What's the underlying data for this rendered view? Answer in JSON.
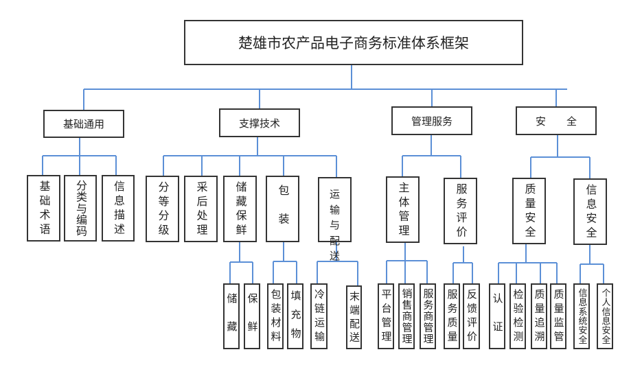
{
  "title": "楚雄市农产品电子商务标准体系框架",
  "colors": {
    "connector": "#5b8fd6",
    "border": "#333333"
  },
  "categories": [
    {
      "label": "基础通用",
      "children": [
        {
          "label": "基础术语"
        },
        {
          "label": "分类与编码"
        },
        {
          "label": "信息描述"
        }
      ]
    },
    {
      "label": "支撑技术",
      "children": [
        {
          "label": "分等分级"
        },
        {
          "label": "采后处理"
        },
        {
          "label": "储藏保鲜",
          "children": [
            {
              "label": "储藏"
            },
            {
              "label": "保鲜"
            }
          ]
        },
        {
          "label": "包装",
          "children": [
            {
              "label": "包装材料"
            },
            {
              "label": "填充物"
            }
          ]
        },
        {
          "label": "运输与配送",
          "children": [
            {
              "label": "冷链运输"
            },
            {
              "label": "末端配送"
            }
          ]
        }
      ]
    },
    {
      "label": "管理服务",
      "children": [
        {
          "label": "主体管理",
          "children": [
            {
              "label": "平台管理"
            },
            {
              "label": "销售商管理"
            },
            {
              "label": "服务商管理"
            }
          ]
        },
        {
          "label": "服务评价",
          "children": [
            {
              "label": "服务质量"
            },
            {
              "label": "反馈评价"
            }
          ]
        }
      ]
    },
    {
      "label": "安　　全",
      "children": [
        {
          "label": "质量安全",
          "children": [
            {
              "label": "认证"
            },
            {
              "label": "检验检测"
            },
            {
              "label": "质量追溯"
            },
            {
              "label": "质量监管"
            }
          ]
        },
        {
          "label": "信息安全",
          "children": [
            {
              "label": "信息系统安全"
            },
            {
              "label": "个人信息安全"
            }
          ]
        }
      ]
    }
  ]
}
